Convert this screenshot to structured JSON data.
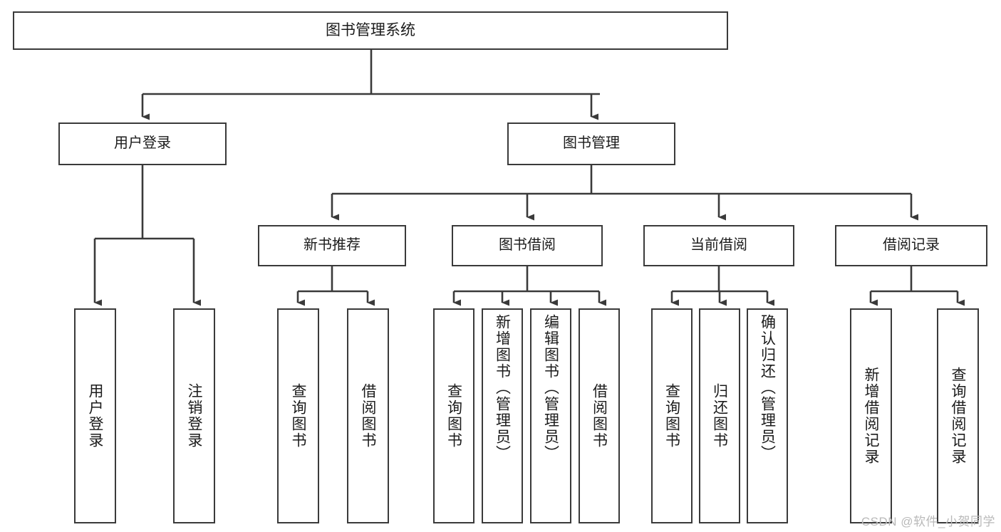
{
  "diagram": {
    "type": "tree-hierarchy",
    "title": "图书管理系统",
    "watermark": "CSDN @软件_小贺同学",
    "colors": {
      "stroke": "#3a3a3a",
      "box_fill": "#ffffff",
      "text": "#1b1b1b",
      "watermark": "#b9b9b9",
      "background": "#ffffff"
    },
    "root": {
      "label": "图书管理系统",
      "children": [
        {
          "label": "用户登录",
          "children": [
            {
              "label": "用户登录"
            },
            {
              "label": "注销登录"
            }
          ]
        },
        {
          "label": "图书管理",
          "children": [
            {
              "label": "新书推荐",
              "children": [
                {
                  "label": "查询图书"
                },
                {
                  "label": "借阅图书"
                }
              ]
            },
            {
              "label": "图书借阅",
              "children": [
                {
                  "label": "查询图书"
                },
                {
                  "label": "新增图书（管理员）"
                },
                {
                  "label": "编辑图书（管理员）"
                },
                {
                  "label": "借阅图书"
                }
              ]
            },
            {
              "label": "当前借阅",
              "children": [
                {
                  "label": "查询图书"
                },
                {
                  "label": "归还图书"
                },
                {
                  "label": "确认归还（管理员）"
                }
              ]
            },
            {
              "label": "借阅记录",
              "children": [
                {
                  "label": "新增借阅记录"
                },
                {
                  "label": "查询借阅记录"
                }
              ]
            }
          ]
        }
      ]
    },
    "nodes": {
      "root": {
        "label": "图书管理系统"
      },
      "user_login": {
        "label": "用户登录"
      },
      "book_mgmt": {
        "label": "图书管理"
      },
      "new_book_rec": {
        "label": "新书推荐"
      },
      "book_borrow": {
        "label": "图书借阅"
      },
      "current_borrow": {
        "label": "当前借阅"
      },
      "borrow_record": {
        "label": "借阅记录"
      },
      "leaf_user_login": {
        "label": "用户登录"
      },
      "leaf_logout": {
        "label": "注销登录"
      },
      "leaf_nbr_query": {
        "label": "查询图书"
      },
      "leaf_nbr_borrow": {
        "label": "借阅图书"
      },
      "leaf_bb_query": {
        "label": "查询图书"
      },
      "leaf_bb_add": {
        "label": "新增图书（管理员）"
      },
      "leaf_bb_edit": {
        "label": "编辑图书（管理员）"
      },
      "leaf_bb_borrow": {
        "label": "借阅图书"
      },
      "leaf_cb_query": {
        "label": "查询图书"
      },
      "leaf_cb_return": {
        "label": "归还图书"
      },
      "leaf_cb_confirm": {
        "label": "确认归还（管理员）"
      },
      "leaf_br_add": {
        "label": "新增借阅记录"
      },
      "leaf_br_query": {
        "label": "查询借阅记录"
      }
    }
  }
}
